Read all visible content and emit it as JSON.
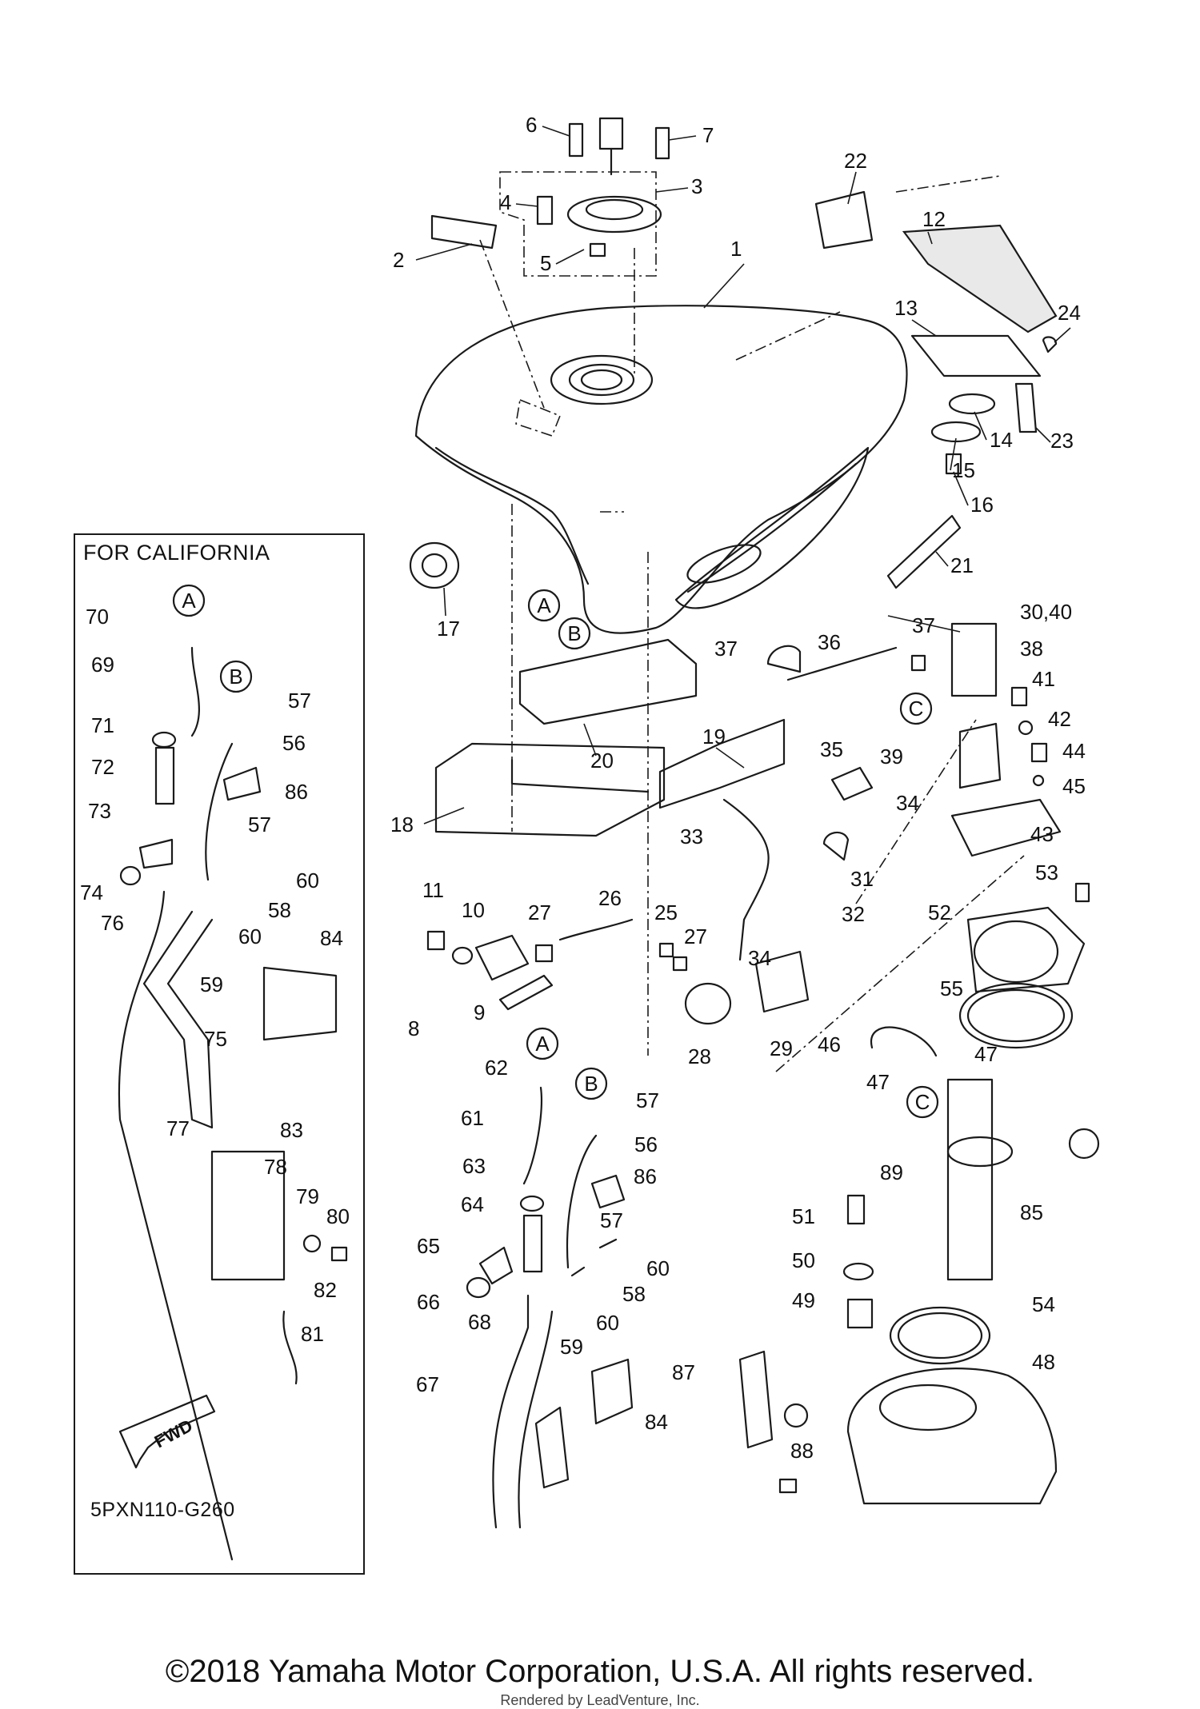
{
  "box": {
    "title": "FOR CALIFORNIA"
  },
  "diagram_code": "5PXN110-G260",
  "fwd_label": "FWD",
  "copyright": "©2018 Yamaha Motor Corporation, U.S.A. All rights reserved.",
  "rendered_by": "Rendered by LeadVenture, Inc.",
  "ref_letters": [
    "A",
    "B",
    "C"
  ],
  "callouts": {
    "n1": "1",
    "n2": "2",
    "n3": "3",
    "n4": "4",
    "n5": "5",
    "n6": "6",
    "n7": "7",
    "n8": "8",
    "n9": "9",
    "n10": "10",
    "n11": "11",
    "n12": "12",
    "n13": "13",
    "n14": "14",
    "n15": "15",
    "n16": "16",
    "n17": "17",
    "n18": "18",
    "n19": "19",
    "n20": "20",
    "n21": "21",
    "n22": "22",
    "n23": "23",
    "n24": "24",
    "n25": "25",
    "n26": "26",
    "n27": "27",
    "n28": "28",
    "n29": "29",
    "n30_40": "30,40",
    "n31": "31",
    "n32": "32",
    "n33": "33",
    "n34": "34",
    "n35": "35",
    "n36": "36",
    "n37": "37",
    "n38": "38",
    "n39": "39",
    "n41": "41",
    "n42": "42",
    "n43": "43",
    "n44": "44",
    "n45": "45",
    "n46": "46",
    "n47": "47",
    "n48": "48",
    "n49": "49",
    "n50": "50",
    "n51": "51",
    "n52": "52",
    "n53": "53",
    "n54": "54",
    "n55": "55",
    "n56": "56",
    "n57": "57",
    "n58": "58",
    "n59": "59",
    "n60": "60",
    "n61": "61",
    "n62": "62",
    "n63": "63",
    "n64": "64",
    "n65": "65",
    "n66": "66",
    "n67": "67",
    "n68": "68",
    "n69": "69",
    "n70": "70",
    "n71": "71",
    "n72": "72",
    "n73": "73",
    "n74": "74",
    "n75": "75",
    "n76": "76",
    "n77": "77",
    "n78": "78",
    "n79": "79",
    "n80": "80",
    "n81": "81",
    "n82": "82",
    "n83": "83",
    "n84": "84",
    "n85": "85",
    "n86": "86",
    "n87": "87",
    "n88": "88",
    "n89": "89"
  }
}
